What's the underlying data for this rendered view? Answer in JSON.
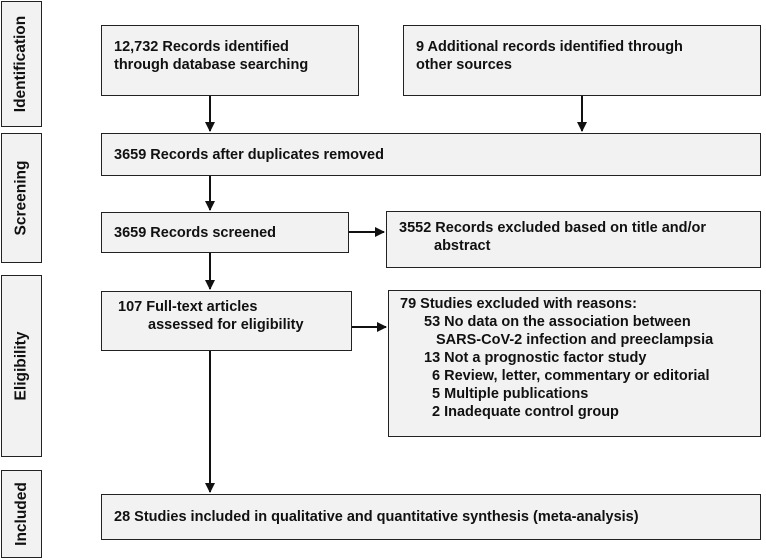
{
  "stages": {
    "identification": "Identification",
    "screening": "Screening",
    "eligibility": "Eligibility",
    "included": "Included"
  },
  "boxes": {
    "database": {
      "line1": "12,732 Records identified",
      "line2": "through database searching"
    },
    "additional": {
      "line1": "9 Additional records identified through",
      "line2": "other sources"
    },
    "duplicates": {
      "text": "3659 Records after duplicates removed"
    },
    "screened": {
      "text": "3659 Records screened"
    },
    "excluded_title": {
      "line1": "3552 Records excluded based on title and/or",
      "line2": "abstract"
    },
    "fulltext": {
      "line1": "107 Full-text articles",
      "line2": "assessed for eligibility"
    },
    "excluded_reasons": {
      "header": "79 Studies excluded with reasons:",
      "items": [
        {
          "count": "53",
          "label": "No data on the association between"
        },
        {
          "count": "",
          "label": "SARS-CoV-2 infection and preeclampsia"
        },
        {
          "count": "13",
          "label": "Not a prognostic factor study"
        },
        {
          "count": "6",
          "label": "Review, letter, commentary or editorial"
        },
        {
          "count": "5",
          "label": "Multiple publications"
        },
        {
          "count": "2",
          "label": "Inadequate control group"
        }
      ]
    },
    "included": {
      "text": "28 Studies included in qualitative and quantitative synthesis (meta-analysis)"
    }
  }
}
